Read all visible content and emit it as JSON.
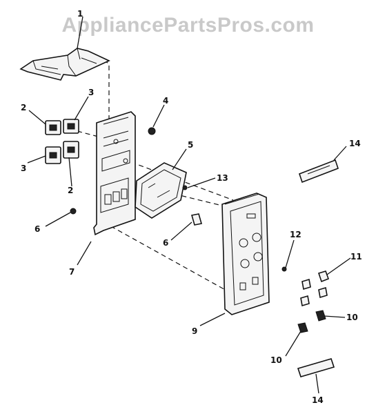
{
  "watermark": "AppliancePartsPros.com",
  "callouts": {
    "c1": "1",
    "c2a": "2",
    "c2b": "2",
    "c3a": "3",
    "c3b": "3",
    "c4": "4",
    "c5": "5",
    "c6a": "6",
    "c6b": "6",
    "c7": "7",
    "c9": "9",
    "c10a": "10",
    "c10b": "10",
    "c11": "11",
    "c12": "12",
    "c13": "13",
    "c14a": "14",
    "c14b": "14"
  }
}
